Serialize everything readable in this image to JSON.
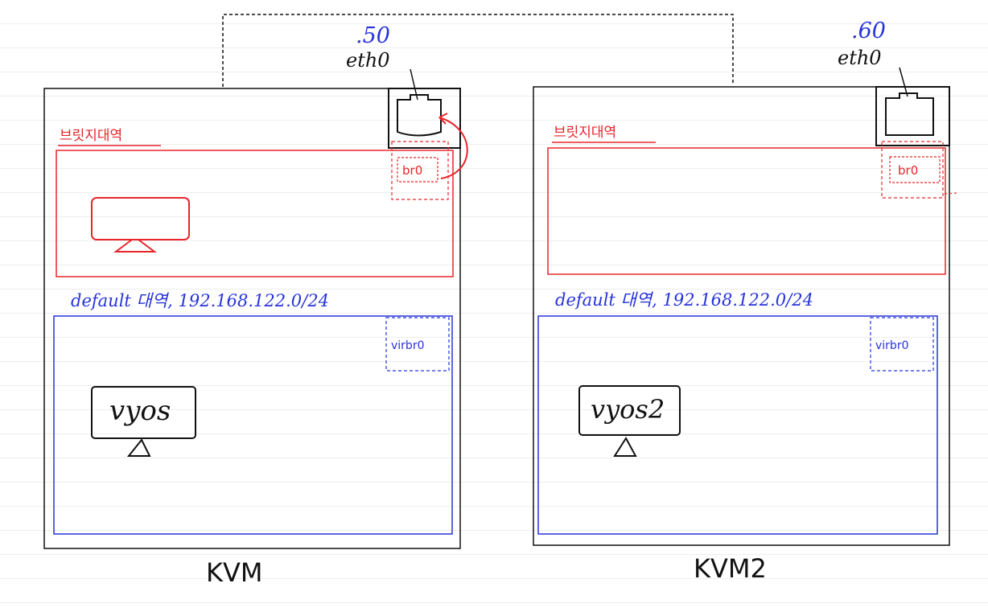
{
  "colors": {
    "ink": "#111111",
    "red": "#e8252b",
    "blue": "#2633d9"
  },
  "hosts": [
    {
      "id": "kvm",
      "host_label": "KVM",
      "nic": {
        "ip": ".50",
        "name": "eth0"
      },
      "bridge_network": {
        "label": "브릿지대역",
        "bridge_name": "br0"
      },
      "default_network": {
        "label": "default 대역, 192.168.122.0/24",
        "bridge_name": "virbr0"
      },
      "vm": {
        "name": "vyos"
      }
    },
    {
      "id": "kvm2",
      "host_label": "KVM2",
      "nic": {
        "ip": ".60",
        "name": "eth0"
      },
      "bridge_network": {
        "label": "브릿지대역",
        "bridge_name": "br0"
      },
      "default_network": {
        "label": "default 대역, 192.168.122.0/24",
        "bridge_name": "virbr0"
      },
      "vm": {
        "name": "vyos2"
      }
    }
  ]
}
